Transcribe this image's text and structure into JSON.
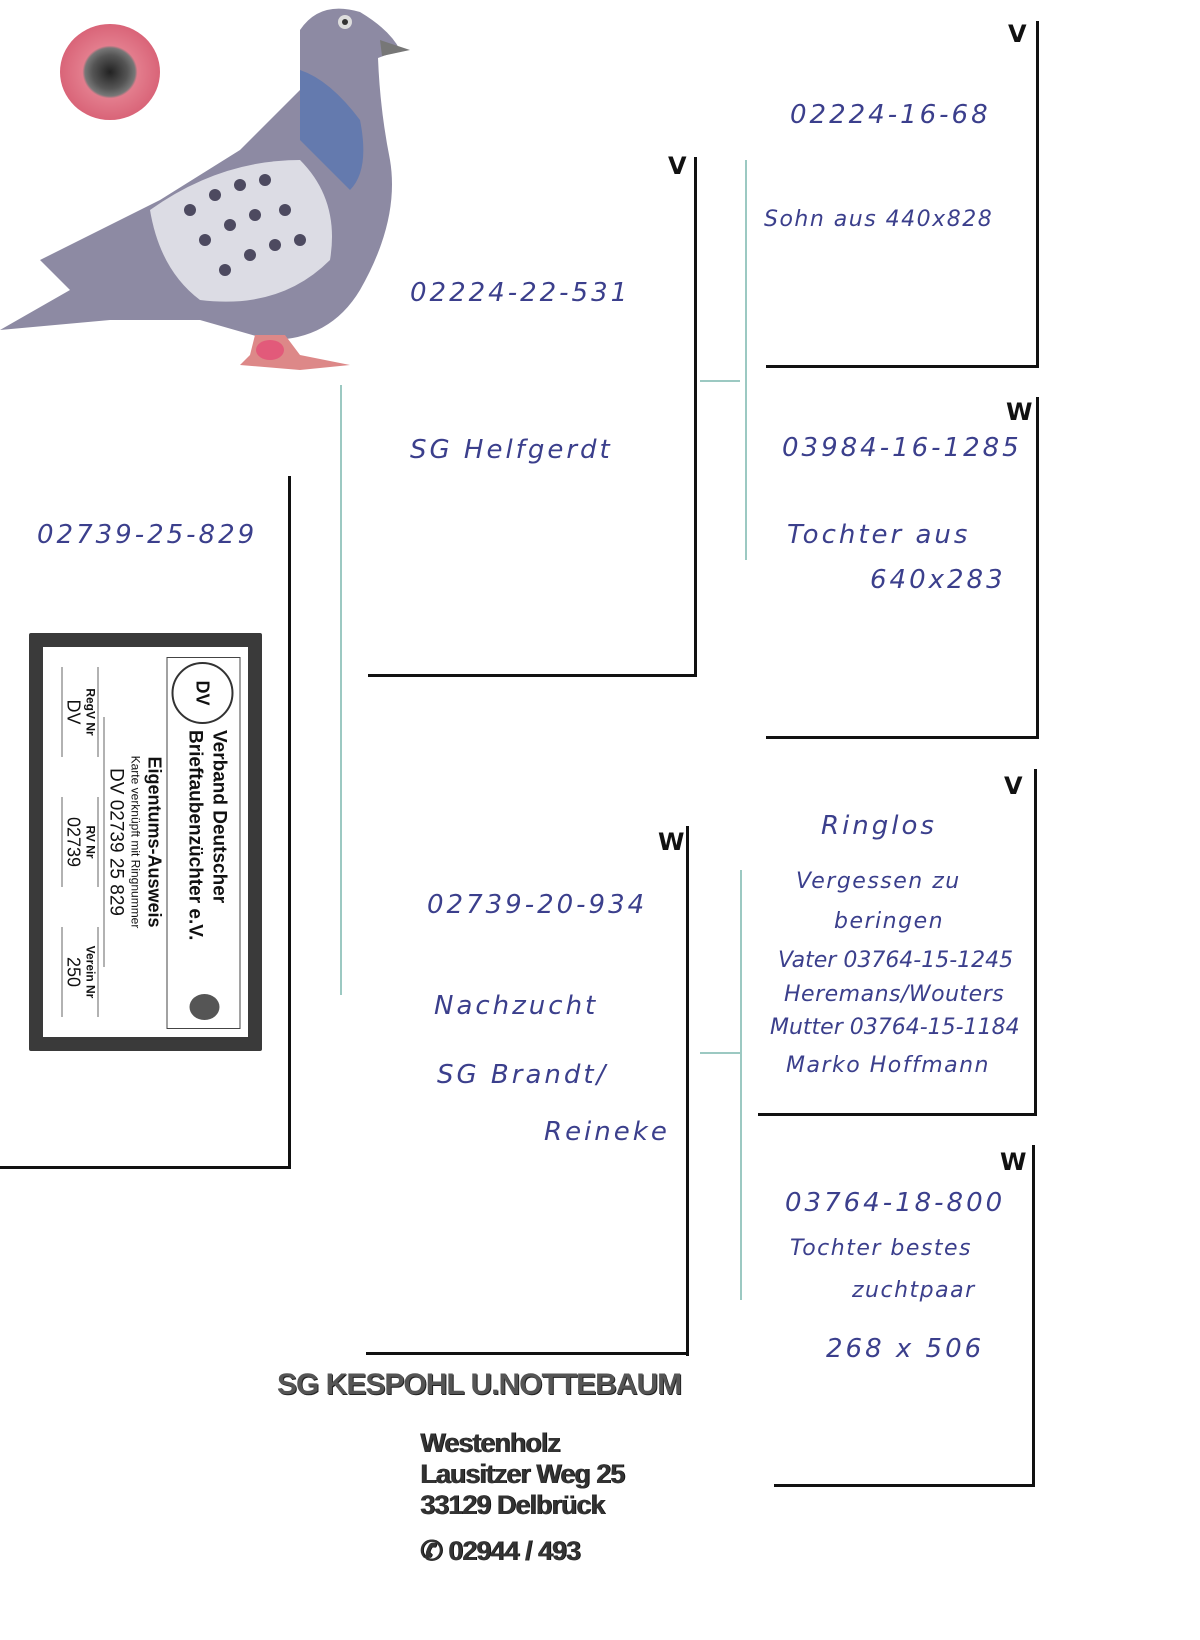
{
  "main_bird": {
    "ring": "02739-25-829"
  },
  "ownership_card": {
    "org_line1": "Verband Deutscher",
    "org_line2": "Brieftaubenzüchter e.V.",
    "title": "Eigentums-Ausweis",
    "subtitle": "Karte verknüpft mit Ringnummer",
    "ring_number": "DV 02739 25 829",
    "fields": [
      {
        "label": "RegV Nr",
        "value": "DV"
      },
      {
        "label": "RV Nr",
        "value": "02739"
      },
      {
        "label": "Verein Nr",
        "value": "250"
      }
    ],
    "logo_text": "DV"
  },
  "sire": {
    "sex": "V",
    "ring": "02224-22-531",
    "note": "SG Helfgerdt"
  },
  "dam": {
    "sex": "W",
    "ring": "02739-20-934",
    "notes": [
      "Nachzucht",
      "SG Brandt/",
      "Reineke"
    ]
  },
  "grandparents": [
    {
      "sex": "V",
      "ring": "02224-16-68",
      "notes": [
        "Sohn aus 440x828"
      ]
    },
    {
      "sex": "W",
      "ring": "03984-16-1285",
      "notes": [
        "Tochter aus",
        "640x283"
      ]
    },
    {
      "sex": "V",
      "ring": "Ringlos",
      "notes": [
        "Vergessen zu",
        "beringen",
        "Vater 03764-15-1245",
        "Heremans/Wouters",
        "Mutter 03764-15-1184",
        "Marko Hoffmann"
      ]
    },
    {
      "sex": "W",
      "ring": "03764-18-800",
      "notes": [
        "Tochter bestes",
        "zuchtpaar",
        "268 x 506"
      ]
    }
  ],
  "breeder": {
    "name": "SG KESPOHL U.NOTTEBAUM",
    "address": [
      "Westenholz",
      "Lausitzer Weg 25",
      "33129 Delbrück"
    ],
    "phone_icon": "phone-icon",
    "phone": "02944 / 493"
  },
  "colors": {
    "ink": "#3b3f8c",
    "eye_ring": "#e0707f"
  }
}
